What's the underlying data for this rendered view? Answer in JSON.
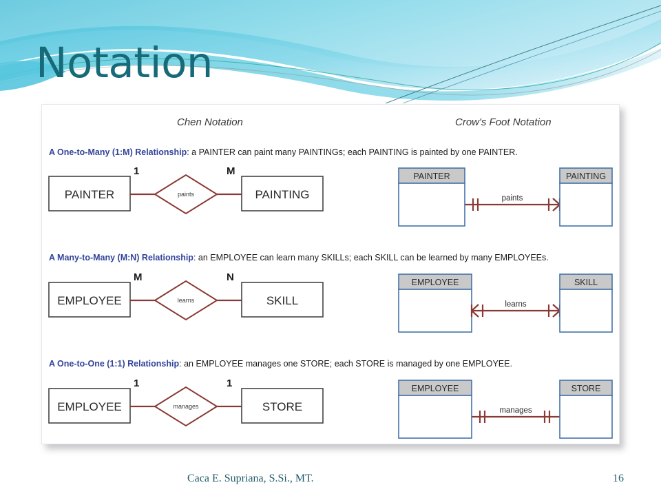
{
  "slide": {
    "title": "Notation",
    "title_color": "#176A78",
    "background_color": "#FFFFFF",
    "banner_colors": {
      "light_cyan": "#7FD6E8",
      "mid_cyan": "#5BC4DC",
      "pale_cyan": "#B7E6F2",
      "deep_teal": "#17707F",
      "thin_line": "#2FA9A0"
    }
  },
  "footer": {
    "author": "Caca E. Supriana, S.Si., MT.",
    "page_number": "16",
    "color": "#1F5C6B"
  },
  "diagram": {
    "headers": {
      "left": "Chen Notation",
      "right": "Crow's Foot Notation"
    },
    "colors": {
      "caption_text": "#32449B",
      "caption_body": "#1A1A1A",
      "chen_box_border": "#444444",
      "chen_box_fill": "#FFFFFF",
      "relation_line": "#8A3A34",
      "diamond_stroke": "#8A3A34",
      "cf_box_border": "#4472A8",
      "cf_header_fill": "#C9C9C9",
      "cf_body_fill": "#FFFFFF",
      "entity_text": "#2A2A2A",
      "panel_background": "#FFFFFF"
    },
    "rows": [
      {
        "id": "one-to-many",
        "caption_label": "A One-to-Many (1:M) Relationship",
        "caption_body": ": a PAINTER can paint many PAINTINGs; each PAINTING is painted by one PAINTER.",
        "chen": {
          "left_entity": "PAINTER",
          "right_entity": "PAINTING",
          "left_cardinality": "1",
          "right_cardinality": "M",
          "relationship": "paints"
        },
        "crowsfoot": {
          "left_entity": "PAINTER",
          "right_entity": "PAINTING",
          "relationship": "paints",
          "left_symbol": "one-and-only-one",
          "right_symbol": "one-or-many"
        }
      },
      {
        "id": "many-to-many",
        "caption_label": "A Many-to-Many (M:N) Relationship",
        "caption_body": ": an EMPLOYEE can learn many SKILLs; each SKILL can be learned by many EMPLOYEEs.",
        "chen": {
          "left_entity": "EMPLOYEE",
          "right_entity": "SKILL",
          "left_cardinality": "M",
          "right_cardinality": "N",
          "relationship": "learns"
        },
        "crowsfoot": {
          "left_entity": "EMPLOYEE",
          "right_entity": "SKILL",
          "relationship": "learns",
          "left_symbol": "one-or-many",
          "right_symbol": "one-or-many"
        }
      },
      {
        "id": "one-to-one",
        "caption_label": "A One-to-One (1:1) Relationship",
        "caption_body": ": an EMPLOYEE manages one STORE; each STORE is managed by one EMPLOYEE.",
        "chen": {
          "left_entity": "EMPLOYEE",
          "right_entity": "STORE",
          "left_cardinality": "1",
          "right_cardinality": "1",
          "relationship": "manages"
        },
        "crowsfoot": {
          "left_entity": "EMPLOYEE",
          "right_entity": "STORE",
          "relationship": "manages",
          "left_symbol": "one-and-only-one",
          "right_symbol": "one-and-only-one"
        }
      }
    ]
  }
}
